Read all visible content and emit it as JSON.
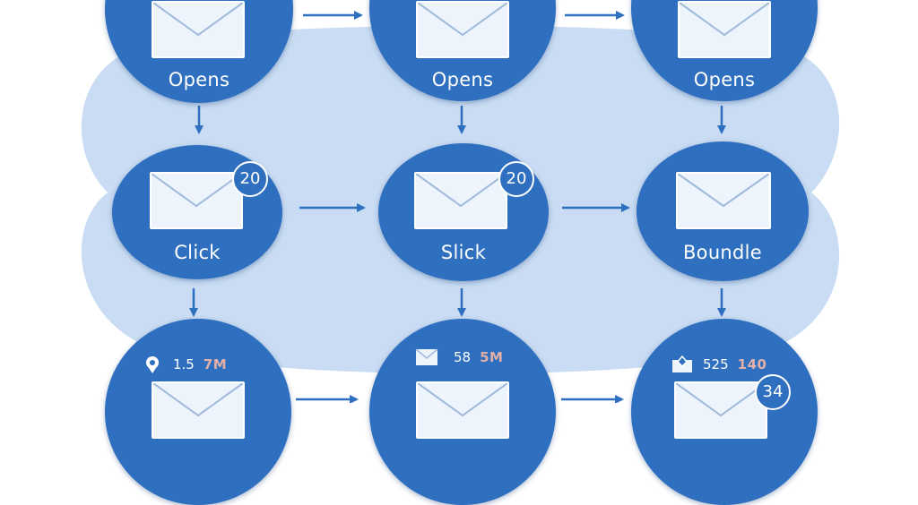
{
  "colors": {
    "node": "#2f6fbf",
    "background_blob": "#c9dcf3",
    "arrow": "#2f6fbf",
    "envelope": "#eef4fb"
  },
  "row1": {
    "node1": {
      "label": "Opens"
    },
    "node2": {
      "label": "Opens"
    },
    "node3": {
      "label": "Opens"
    }
  },
  "row2": {
    "node1": {
      "label": "Click",
      "badge": "20"
    },
    "node2": {
      "label": "Slick",
      "badge": "20"
    },
    "node3": {
      "label": "Boundle"
    }
  },
  "row3": {
    "node1": {
      "metric_a": "1.5",
      "metric_b": "7M",
      "icon": "location-pin-icon"
    },
    "node2": {
      "metric_a": "58",
      "metric_b": "5M",
      "icon": "envelope-icon"
    },
    "node3": {
      "metric_a": "525",
      "metric_b": "140",
      "badge": "34",
      "icon": "inbox-icon"
    }
  }
}
